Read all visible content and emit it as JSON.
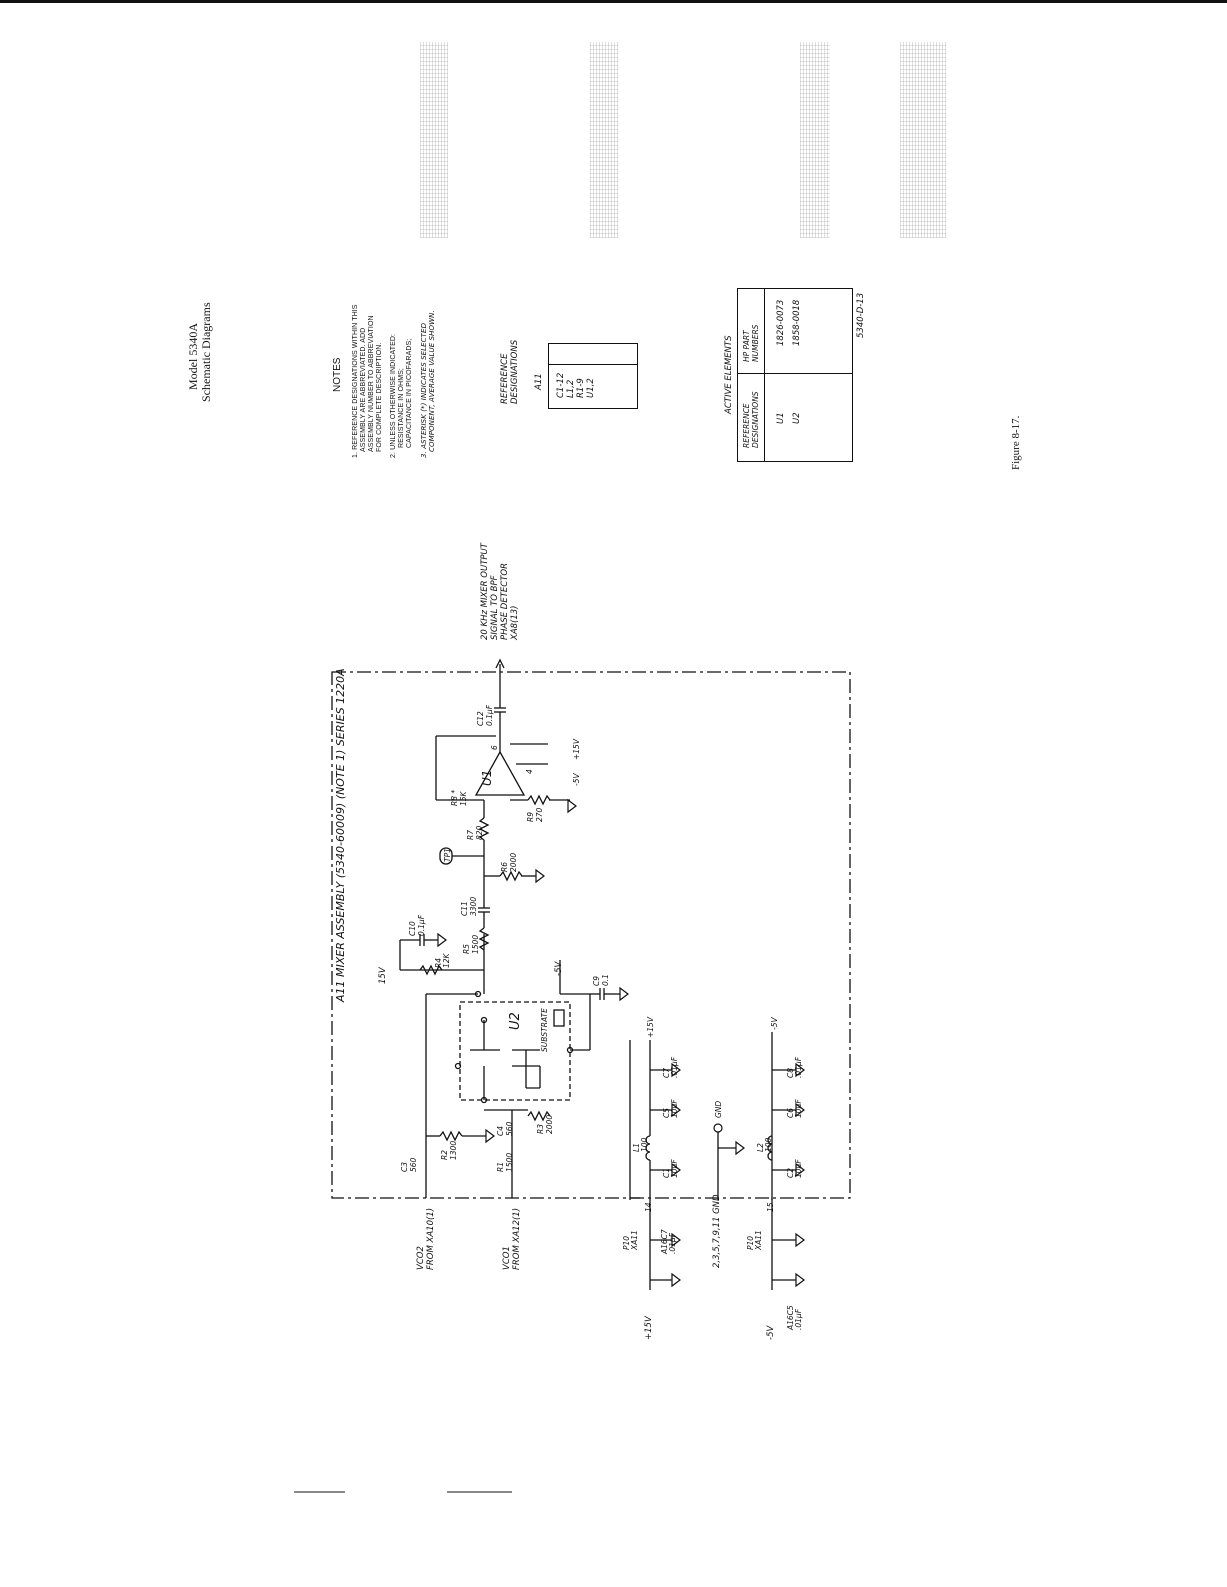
{
  "header": {
    "model": "Model 5340A",
    "section": "Schematic Diagrams"
  },
  "notes": {
    "title": "NOTES",
    "items": [
      "1.  REFERENCE DESIGNATIONS WITHIN THIS",
      "ASSEMBLY ARE ABBREVIATED. ADD",
      "ASSEMBLY NUMBER TO ABBREVIATION",
      "FOR COMPLETE DESCRIPTION.",
      "2.  UNLESS OTHERWISE INDICATED:",
      "RESISTANCE IN OHMS;",
      "CAPACITANCE IN PICOFARADS;",
      "3.  ASTERISK (*) INDICATES SELECTED",
      "COMPONENT, AVERAGE VALUE SHOWN."
    ]
  },
  "ref_table": {
    "header": "REFERENCE DESIGNATIONS",
    "assembly": "A11",
    "entries": [
      "C1-12",
      "L1,2",
      "R1-9",
      "U1,2"
    ]
  },
  "active_table": {
    "title": "ACTIVE ELEMENTS",
    "col_ref": "REFERENCE DESIGNATIONS",
    "col_hp": "HP PART NUMBERS",
    "rows": [
      {
        "ref": "U1",
        "part": "1826-0073"
      },
      {
        "ref": "U2",
        "part": "1858-0018"
      }
    ]
  },
  "drawing_number": "5340-D-13",
  "figure_label": "Figure 8-17.",
  "schematic": {
    "assembly_title": "A11 MIXER ASSEMBLY (5340-60009) (NOTE 1) SERIES 1220A",
    "output_label": [
      "20 KHz MIXER OUTPUT",
      "SIGNAL TO BPF",
      "PHASE DETECTOR",
      "XA8(13)"
    ],
    "inputs": {
      "vco2": [
        "VCO2",
        "FROM XA10(1)"
      ],
      "vco1": [
        "VCO1",
        "FROM XA12(1)"
      ],
      "p15": "+15V",
      "m5": "-5V",
      "gnd": "2,3,5,7,9,11 GND"
    },
    "components": {
      "c3": [
        "C3",
        "560"
      ],
      "r2": [
        "R2",
        "1300"
      ],
      "r1": [
        "R1",
        "1500"
      ],
      "c4": [
        "C4",
        "560"
      ],
      "r3": [
        "R3",
        "2000"
      ],
      "u2": "U2",
      "substrate": "SUBSTRATE",
      "c9": [
        "C9",
        "0.1"
      ],
      "m5v_u2": "-5V",
      "v15": "15V",
      "r4": [
        "R4",
        "12K"
      ],
      "c10": [
        "C10",
        "0.1µF"
      ],
      "r5": [
        "R5",
        "1500"
      ],
      "c11": [
        "C11",
        "3300"
      ],
      "tp1": "TP1",
      "r6": [
        "R6",
        "2000"
      ],
      "r7": [
        "R7",
        "820"
      ],
      "r8": [
        "R8 *",
        "15K"
      ],
      "r9": [
        "R9",
        "270"
      ],
      "u1": "U1",
      "u1_supply_neg": "-5V",
      "u1_supply_pos": "+15V",
      "c12": [
        "C12",
        "0.1µF"
      ],
      "l1": [
        "L1",
        "100"
      ],
      "c1": [
        "C1",
        "10µF"
      ],
      "c5": [
        "C5",
        "10µF"
      ],
      "c7": [
        "C7",
        ".01µF"
      ],
      "p15_rail": "+15V",
      "gnd_tp": "GND",
      "l2": [
        "L2",
        "100"
      ],
      "c2": [
        "C2",
        "10µF"
      ],
      "c6": [
        "C6",
        "10µF"
      ],
      "c8": [
        "C8",
        ".01µF"
      ],
      "m5_rail": "-5V",
      "p10_a": [
        "P10",
        "XA11"
      ],
      "a16c7": [
        "A16C7",
        ".01µF"
      ],
      "p10_b": [
        "P10",
        "XA11"
      ],
      "a16c5": [
        "A16C5",
        ".01µF"
      ],
      "pin14": "14",
      "pin15": "15",
      "pin4": "4",
      "pin6": "6"
    }
  }
}
